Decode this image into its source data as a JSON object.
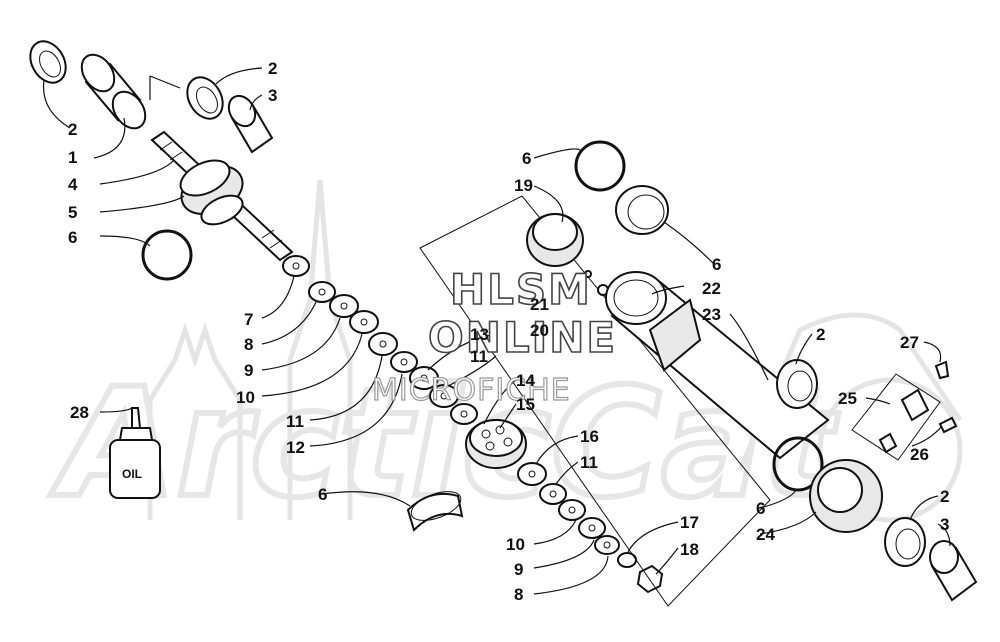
{
  "watermark": {
    "brand": "ArcticCat",
    "line1": "HLSM",
    "line2": "ONLINE",
    "line3": "MICROFICHE"
  },
  "bottle_label": "OIL",
  "callouts": [
    {
      "id": "c2a",
      "text": "2"
    },
    {
      "id": "c3a",
      "text": "3"
    },
    {
      "id": "c2b",
      "text": "2"
    },
    {
      "id": "c1",
      "text": "1"
    },
    {
      "id": "c4",
      "text": "4"
    },
    {
      "id": "c5",
      "text": "5"
    },
    {
      "id": "c6a",
      "text": "6"
    },
    {
      "id": "c7",
      "text": "7"
    },
    {
      "id": "c8a",
      "text": "8"
    },
    {
      "id": "c9a",
      "text": "9"
    },
    {
      "id": "c10a",
      "text": "10"
    },
    {
      "id": "c11a",
      "text": "11"
    },
    {
      "id": "c12",
      "text": "12"
    },
    {
      "id": "c13",
      "text": "13"
    },
    {
      "id": "c11b",
      "text": "11"
    },
    {
      "id": "c14",
      "text": "14"
    },
    {
      "id": "c15",
      "text": "15"
    },
    {
      "id": "c16",
      "text": "16"
    },
    {
      "id": "c11c",
      "text": "11"
    },
    {
      "id": "c6b",
      "text": "6"
    },
    {
      "id": "c17",
      "text": "17"
    },
    {
      "id": "c18",
      "text": "18"
    },
    {
      "id": "c10b",
      "text": "10"
    },
    {
      "id": "c9b",
      "text": "9"
    },
    {
      "id": "c8b",
      "text": "8"
    },
    {
      "id": "c28",
      "text": "28"
    },
    {
      "id": "c6c",
      "text": "6"
    },
    {
      "id": "c19",
      "text": "19"
    },
    {
      "id": "c6d",
      "text": "6"
    },
    {
      "id": "c21",
      "text": "21"
    },
    {
      "id": "c20",
      "text": "20"
    },
    {
      "id": "c22",
      "text": "22"
    },
    {
      "id": "c23",
      "text": "23"
    },
    {
      "id": "c2c",
      "text": "2"
    },
    {
      "id": "c27",
      "text": "27"
    },
    {
      "id": "c25",
      "text": "25"
    },
    {
      "id": "c26",
      "text": "26"
    },
    {
      "id": "c6e",
      "text": "6"
    },
    {
      "id": "c24",
      "text": "24"
    },
    {
      "id": "c2d",
      "text": "2"
    },
    {
      "id": "c3b",
      "text": "3"
    }
  ]
}
